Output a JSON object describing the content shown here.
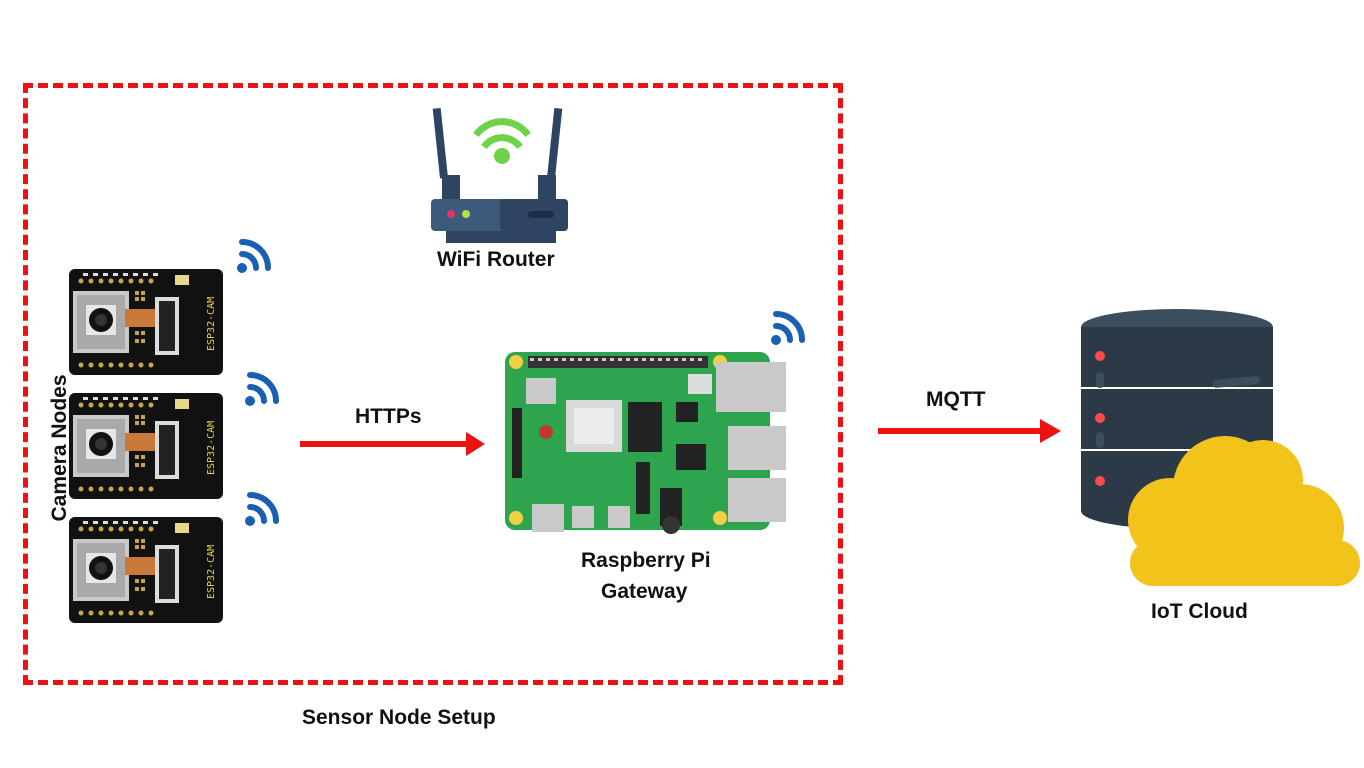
{
  "diagram": {
    "group_label": "Sensor Node Setup",
    "camera_nodes_label": "Camera Nodes",
    "camera_board_text": "ESP32-CAM",
    "router_label": "WiFi Router",
    "gateway_label_line1": "Raspberry Pi",
    "gateway_label_line2": "Gateway",
    "cloud_label": "IoT Cloud",
    "link_https_label": "HTTPs",
    "link_mqtt_label": "MQTT"
  },
  "colors": {
    "dashed_border": "#ee1111",
    "arrow": "#ee1111",
    "wifi_signal": "#1b5fb3",
    "cloud": "#f2c31b",
    "server": "#3c4d5c",
    "pi_board": "#2fa44f",
    "router_body": "#3e5a7a",
    "router_signal_green": "#6fd24a"
  },
  "icons": [
    "camera-board-icon",
    "wifi-signal-icon",
    "router-icon",
    "raspberry-pi-icon",
    "server-icon",
    "cloud-icon",
    "arrow-icon"
  ]
}
